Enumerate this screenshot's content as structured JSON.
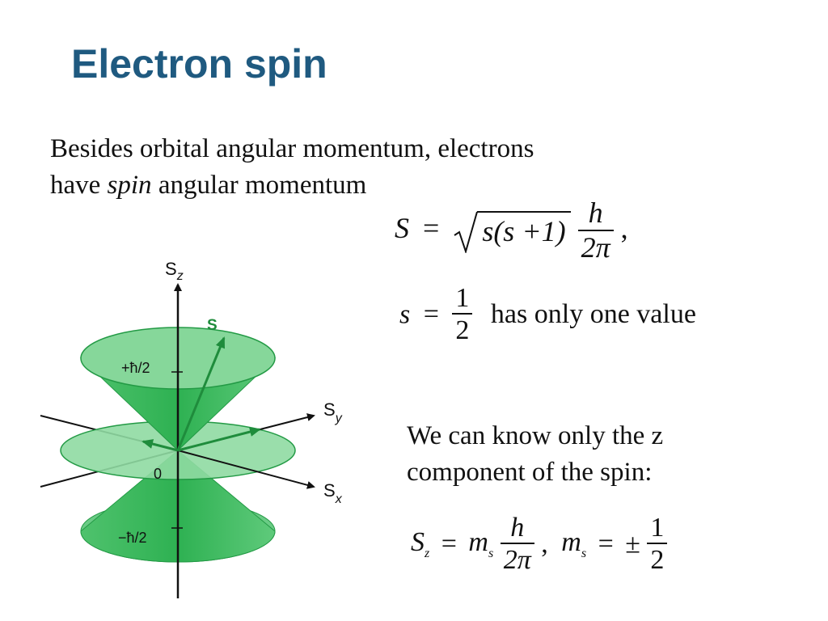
{
  "slide": {
    "title": "Electron spin",
    "intro_line1": "Besides orbital angular momentum, electrons",
    "intro_line2_before": "have ",
    "intro_line2_italic": "spin",
    "intro_line2_after": " angular momentum"
  },
  "equation1": {
    "lhs": "S",
    "eq": "=",
    "radicand": "s(s +1)",
    "num": "h",
    "den": "2π",
    "comma": ","
  },
  "equation2": {
    "lhs": "s",
    "eq": "=",
    "num": "1",
    "den": "2",
    "text": "has only one value"
  },
  "note": {
    "line1": "We can know only the z",
    "line2": "component of the spin:"
  },
  "equation3": {
    "lhs": "S",
    "lhs_sub": "z",
    "eq": "=",
    "m": "m",
    "m_sub": "s",
    "num": "h",
    "den": "2π",
    "comma": ",",
    "m2": "m",
    "m2_sub": "s",
    "eq2": "=",
    "pm": "±",
    "num2": "1",
    "den2": "2"
  },
  "diagram": {
    "axis_z_main": "S",
    "axis_z_sub": "z",
    "axis_y_main": "S",
    "axis_y_sub": "y",
    "axis_x_main": "S",
    "axis_x_sub": "x",
    "vector_label": "S",
    "tick_plus": "+ħ/2",
    "tick_zero": "0",
    "tick_minus": "−ħ/2",
    "colors": {
      "cone_fill": "#2fb253",
      "cone_light": "#7ed497",
      "cone_edge": "#239a45",
      "arrow": "#1f8c3c",
      "axis": "#111111"
    }
  }
}
